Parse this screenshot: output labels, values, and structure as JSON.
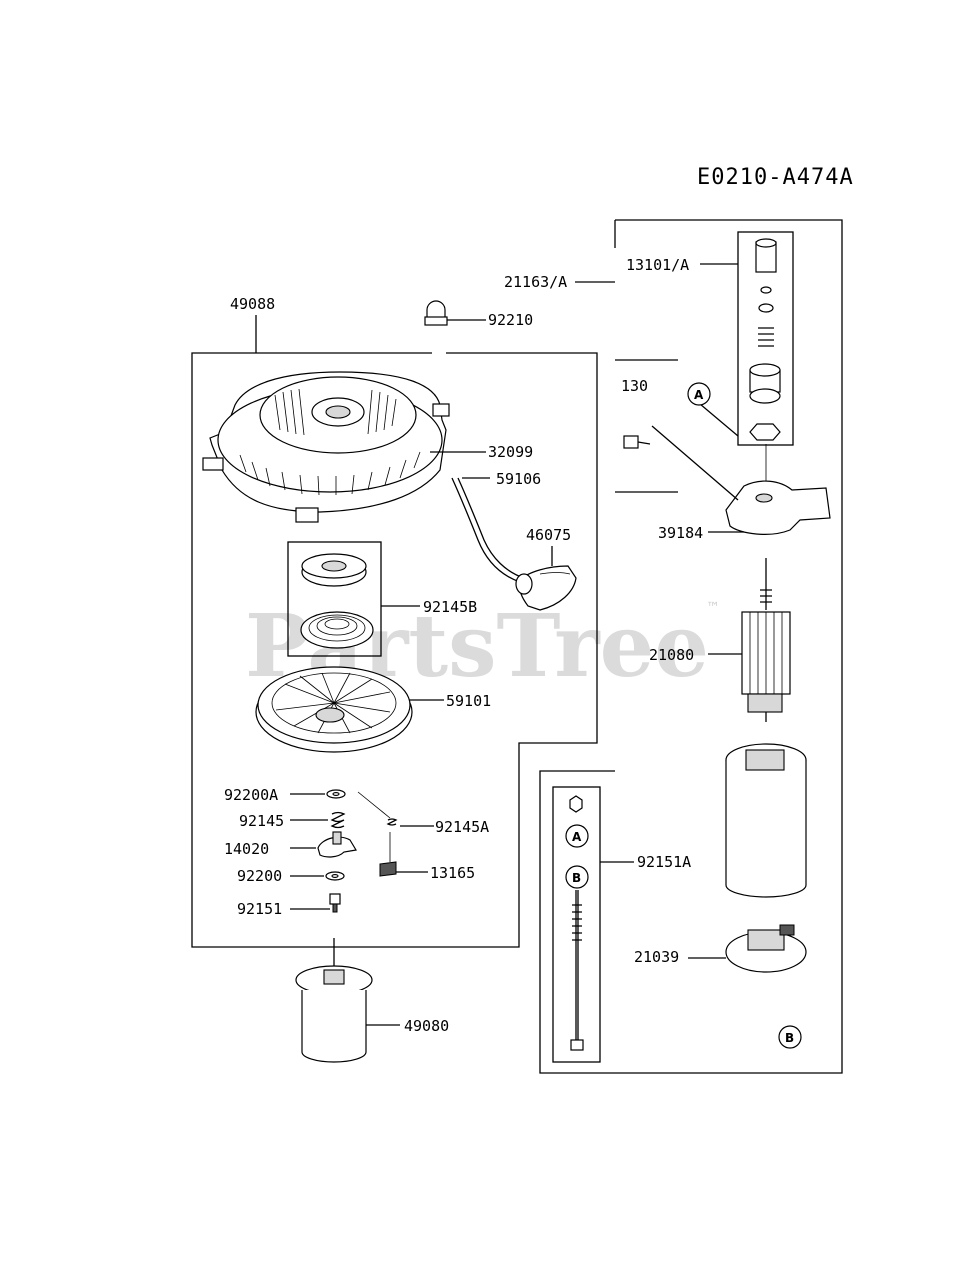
{
  "diagram": {
    "code": "E0210-A474A",
    "watermark": "PartsTree",
    "watermark_mark": "™",
    "labels": {
      "p49088": "49088",
      "p92210": "92210",
      "p21163a": "21163/A",
      "p13101a": "13101/A",
      "p130": "130",
      "p32099": "32099",
      "p59106": "59106",
      "p46075": "46075",
      "p39184": "39184",
      "p92145b": "92145B",
      "p21080": "21080",
      "p59101": "59101",
      "p92200a": "92200A",
      "p92145": "92145",
      "p92145a": "92145A",
      "p14020": "14020",
      "p13165": "13165",
      "p92200": "92200",
      "p92151": "92151",
      "p92151a": "92151A",
      "p21039": "21039",
      "p49080": "49080"
    },
    "callouts": {
      "a_top": "A",
      "a_bolt": "A",
      "b_bolt": "B",
      "b_bottom": "B"
    }
  }
}
